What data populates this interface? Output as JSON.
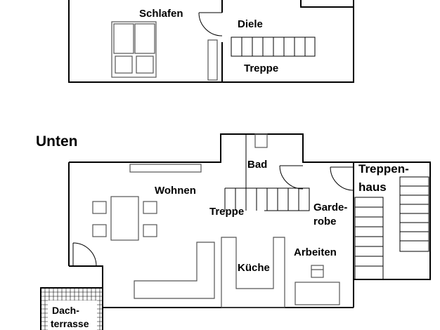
{
  "plan": {
    "upper": {
      "rooms": {
        "schlafen": "Schlafen",
        "diele": "Diele",
        "treppe": "Treppe"
      }
    },
    "lower": {
      "heading": "Unten",
      "rooms": {
        "bad": "Bad",
        "wohnen": "Wohnen",
        "treppe": "Treppe",
        "garderobe_line1": "Garde-",
        "garderobe_line2": "robe",
        "arbeiten": "Arbeiten",
        "kueche": "Küche",
        "treppenhaus_line1": "Treppen-",
        "treppenhaus_line2": "haus",
        "dachterrasse_line1": "Dach-",
        "dachterrasse_line2": "terrasse"
      }
    }
  },
  "colors": {
    "wall": "#000000",
    "furniture": "#555555",
    "background": "#ffffff"
  }
}
